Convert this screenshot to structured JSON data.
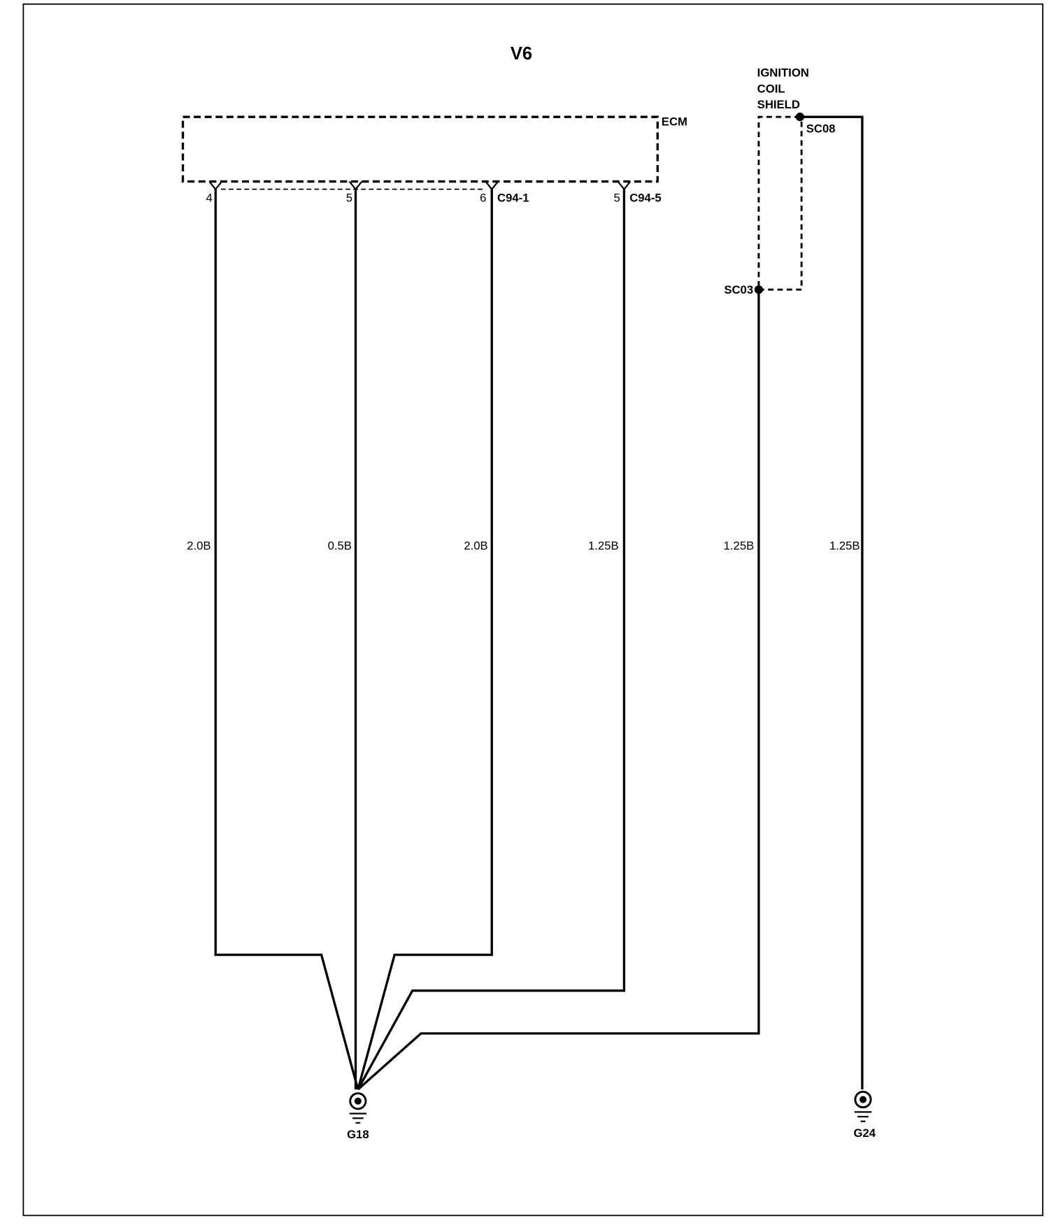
{
  "title": "V6",
  "ecm": {
    "label": "ECM",
    "pins": [
      {
        "number": "4"
      },
      {
        "number": "5"
      },
      {
        "number": "6",
        "connector": "C94-1"
      },
      {
        "number": "5",
        "connector": "C94-5"
      }
    ]
  },
  "wires": [
    {
      "gauge": "2.0B"
    },
    {
      "gauge": "0.5B"
    },
    {
      "gauge": "2.0B"
    },
    {
      "gauge": "1.25B"
    },
    {
      "gauge": "1.25B"
    },
    {
      "gauge": "1.25B"
    }
  ],
  "shield": {
    "label_lines": [
      "IGNITION",
      "COIL",
      "SHIELD"
    ],
    "splice_top": "SC08",
    "splice_bottom": "SC03"
  },
  "grounds": {
    "left": "G18",
    "right": "G24"
  },
  "colors": {
    "ink": "#000000",
    "background": "#ffffff"
  }
}
